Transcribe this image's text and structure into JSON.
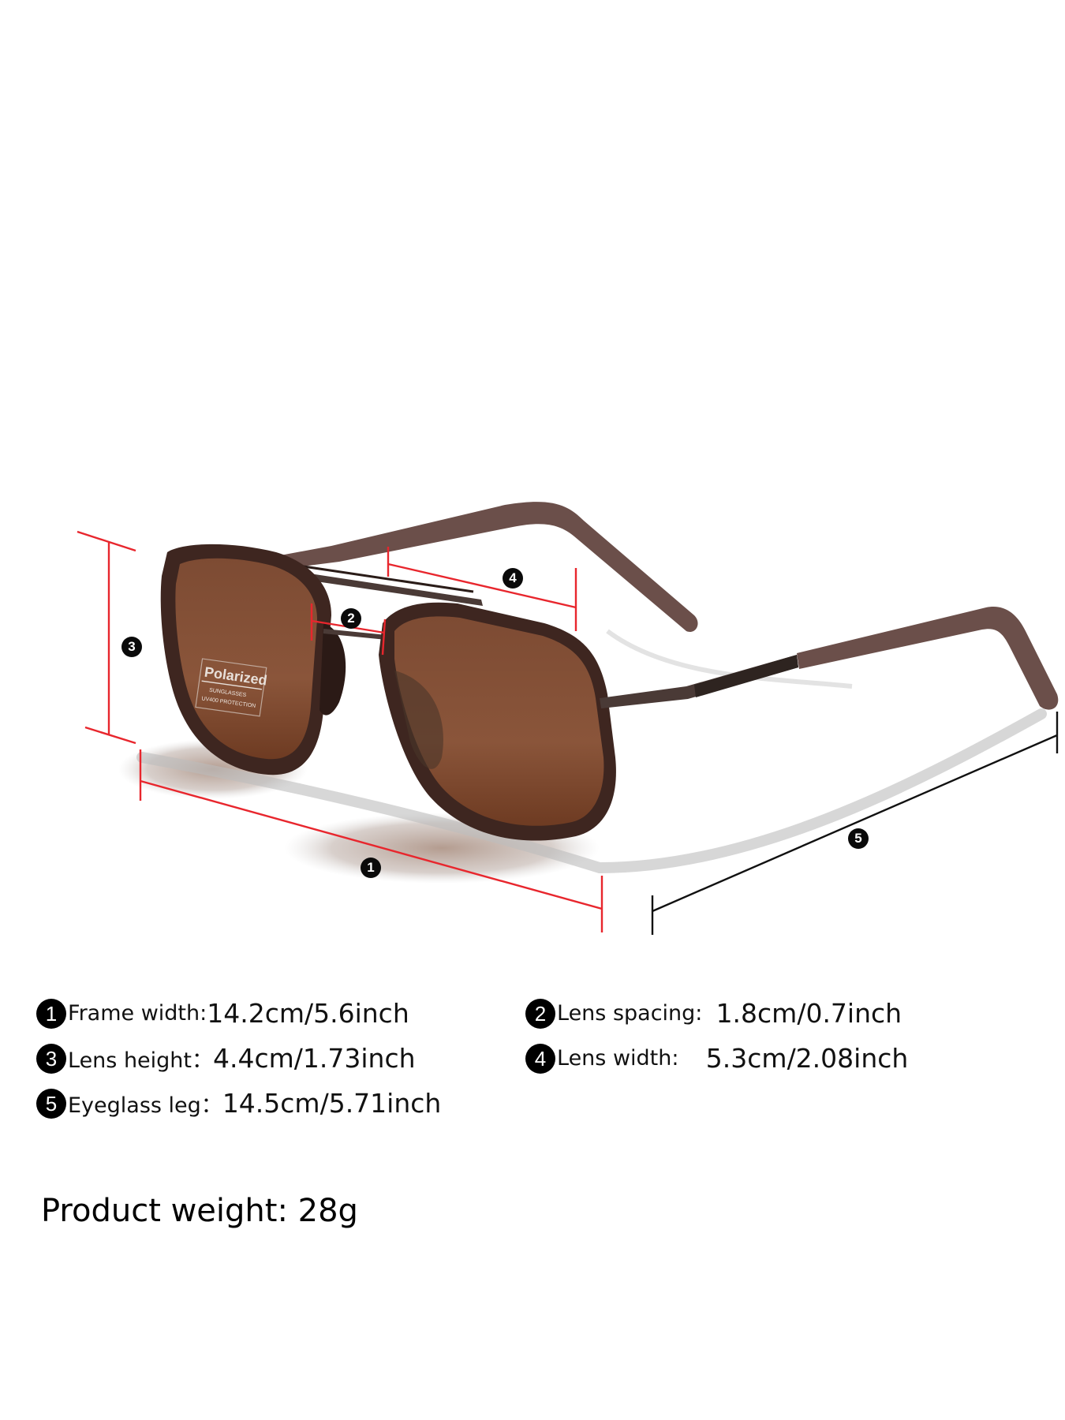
{
  "product": {
    "type": "sunglasses",
    "lens_print": {
      "brand_label": "Polarized",
      "line1": "SUNGLASSES",
      "line2": "UV400 PROTECTION"
    },
    "colors": {
      "lens": "#8a553a",
      "frame": "#3e2620",
      "temple": "#6b4f4a",
      "metal": "#4a3a36",
      "dimension_red": "#e8262d",
      "dimension_black": "#111111"
    }
  },
  "diagram_markers": {
    "m1": "1",
    "m2": "2",
    "m3": "3",
    "m4": "4",
    "m5": "5"
  },
  "specs": [
    {
      "num": "1",
      "label": "Frame width: ",
      "value": "14.2cm/5.6inch"
    },
    {
      "num": "2",
      "label": "Lens spacing:  ",
      "value": "1.8cm/0.7inch"
    },
    {
      "num": "3",
      "label": "Lens height：",
      "value": "4.4cm/1.73inch"
    },
    {
      "num": "4",
      "label": "Lens width:    ",
      "value": "5.3cm/2.08inch"
    },
    {
      "num": "5",
      "label": "Eyeglass leg：",
      "value": "14.5cm/5.71inch"
    }
  ],
  "weight": "Product weight: 28g"
}
